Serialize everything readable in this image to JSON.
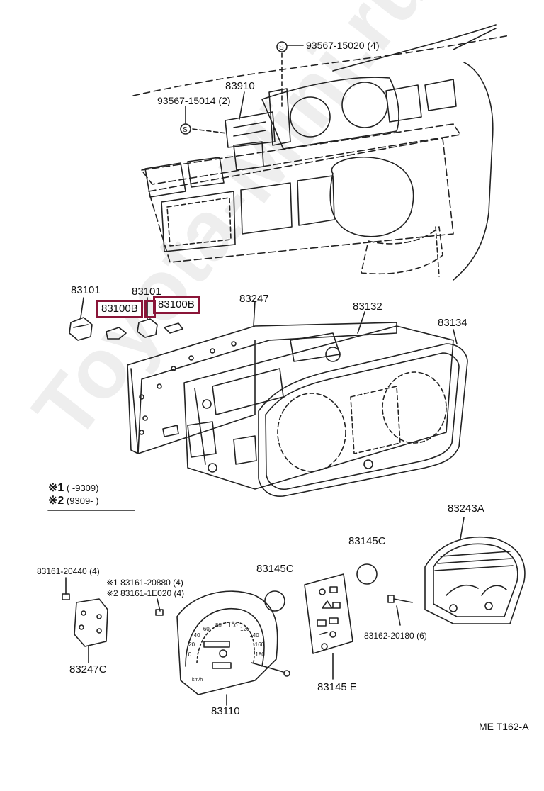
{
  "watermark": "Toyota-Mini.ru",
  "labels": {
    "screw_top_right": "93567-15020 (4)",
    "screw_top_left": "93567-15014 (2)",
    "bracket": "83910",
    "socket_left": "83101",
    "socket_right": "83101",
    "bulb_left": "83100B",
    "bulb_right": "83100B",
    "plate": "83247",
    "case": "83132",
    "glass": "83134",
    "dial_sub": "83243A",
    "lens_left": "83145C",
    "lens_right": "83145C",
    "screw_printed": "83161-20440 (4)",
    "screw_mark1": "83161-20880 (4)",
    "screw_mark2": "83161-1E020 (4)",
    "screw_dial": "83162-20180 (6)",
    "printed_circuit": "83247C",
    "speedometer": "83110",
    "warning_panel": "83145 E",
    "ref_code": "ME T162-A"
  },
  "legend": {
    "mark1": "※1",
    "mark1_range": "(          -9309)",
    "mark2": "※2",
    "mark2_range": "(9309-           )",
    "ref_mark1": "※1",
    "ref_mark2": "※2"
  },
  "speedo": {
    "ticks": [
      "0",
      "20",
      "40",
      "60",
      "80",
      "100",
      "120",
      "140",
      "160",
      "180"
    ],
    "unit": "km/h"
  },
  "colors": {
    "highlight": "#8a1538",
    "line": "#222222"
  }
}
